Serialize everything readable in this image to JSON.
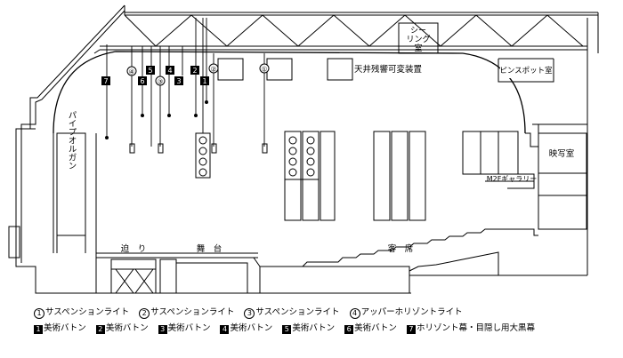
{
  "labels": {
    "ceiling_room": [
      "シー",
      "リング",
      "室"
    ],
    "pinspot_room": "ピンスポット室",
    "ceiling_reflector": "天井残響可変装置",
    "pipe_organ": "パイプオルガン",
    "projection_room": "映写室",
    "gallery": "M2Fギャラリー",
    "seri": "迫　り",
    "stage": "舞　台",
    "audience": "客　席"
  },
  "markers": {
    "circle_2": "②",
    "circle_1": "①",
    "circle_4": "④",
    "circle_3": "③",
    "sq_5": "5",
    "sq_4": "4",
    "sq_6": "6",
    "sq_2": "2",
    "sq_1": "1",
    "sq_3": "3",
    "sq_7": "7"
  },
  "legend_circles": [
    {
      "mark": "1",
      "text": "サスペンションライト"
    },
    {
      "mark": "2",
      "text": "サスペンションライト"
    },
    {
      "mark": "3",
      "text": "サスペンションライト"
    },
    {
      "mark": "4",
      "text": "アッパーホリゾントライト"
    }
  ],
  "legend_squares": [
    {
      "mark": "1",
      "text": "美術バトン"
    },
    {
      "mark": "2",
      "text": "美術バトン"
    },
    {
      "mark": "3",
      "text": "美術バトン"
    },
    {
      "mark": "4",
      "text": "美術バトン"
    },
    {
      "mark": "5",
      "text": "美術バトン"
    },
    {
      "mark": "6",
      "text": "美術バトン"
    },
    {
      "mark": "7",
      "text": "ホリゾント幕・目隠し用大黒幕"
    }
  ]
}
